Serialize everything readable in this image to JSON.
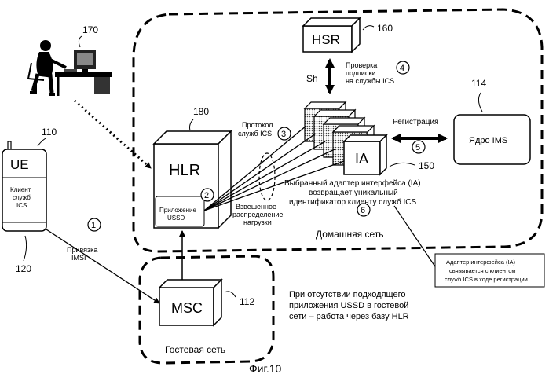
{
  "nodes": {
    "ue": {
      "label": "UE",
      "client_line1": "Клиент",
      "client_line2": "служб",
      "client_line3": "ICS",
      "ref": "110"
    },
    "hlr": {
      "label": "HLR",
      "app_line1": "Приложение",
      "app_line2": "USSD",
      "ref": "180"
    },
    "msc": {
      "label": "MSC",
      "ref": "112"
    },
    "hsr": {
      "label": "HSR",
      "ref": "160"
    },
    "ia": {
      "label": "IA",
      "ref": "150"
    },
    "ims": {
      "label": "Ядро IMS",
      "ref": "114"
    },
    "operator": {
      "ref": "170"
    },
    "ue_bottom_ref": "120"
  },
  "networks": {
    "home": "Домашняя сеть",
    "guest": "Гостевая сеть"
  },
  "steps": {
    "s1": "1",
    "s2": "2",
    "s3": "3",
    "s4": "4",
    "s5": "5",
    "s6": "6"
  },
  "labels": {
    "imsi_line1": "Привязка",
    "imsi_line2": "IMSI",
    "protocol_line1": "Протокол",
    "protocol_line2": "служб ICS",
    "sh": "Sh",
    "check_line1": "Проверка",
    "check_line2": "подписки",
    "check_line3": "на службы ICS",
    "registration": "Регистрация",
    "weighted_line1": "Взвешенное",
    "weighted_line2": "распределение",
    "weighted_line3": "нагрузки",
    "selected_line1": "Выбранный адаптер интерфейса (IA)",
    "selected_line2": "возвращает уникальный",
    "selected_line3": "идентификатор клиенту служб ICS",
    "note_line1": "Адаптер интерфейса (IA)",
    "note_line2": "связывается с клиентом",
    "note_line3": "служб ICS в ходе регистрации",
    "fallback_line1": "При отсутствии подходящего",
    "fallback_line2": "приложения USSD в гостевой",
    "fallback_line3": "сети – работа через базу HLR"
  },
  "caption": "Фиг.10"
}
